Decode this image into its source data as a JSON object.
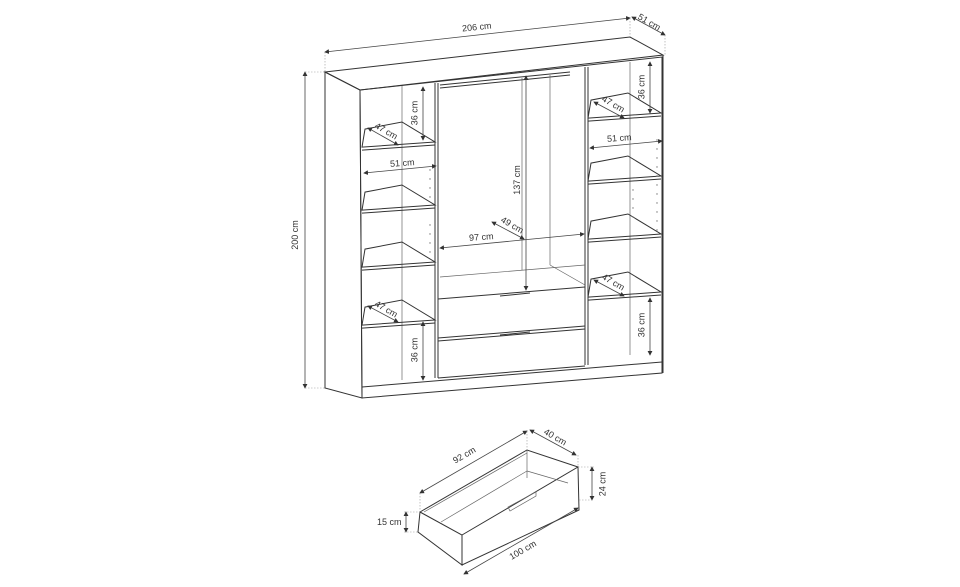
{
  "wardrobe": {
    "width": "206 cm",
    "depth": "51 cm",
    "height": "200 cm",
    "left_column": {
      "top_shelf_height": "36 cm",
      "top_shelf_depth": "47 cm",
      "shelf_width": "51 cm",
      "bottom_shelf_depth": "47 cm",
      "bottom_height": "36 cm"
    },
    "middle": {
      "hanging_height": "137 cm",
      "depth": "49 cm",
      "width": "97 cm"
    },
    "right_column": {
      "top_shelf_height": "36 cm",
      "top_shelf_depth": "47 cm",
      "shelf_width": "51 cm",
      "bottom_shelf_depth": "47 cm",
      "bottom_height": "36 cm"
    }
  },
  "drawer": {
    "inner_length": "92 cm",
    "depth": "40 cm",
    "front_height": "24 cm",
    "side_height": "15 cm",
    "outer_length": "100 cm"
  }
}
